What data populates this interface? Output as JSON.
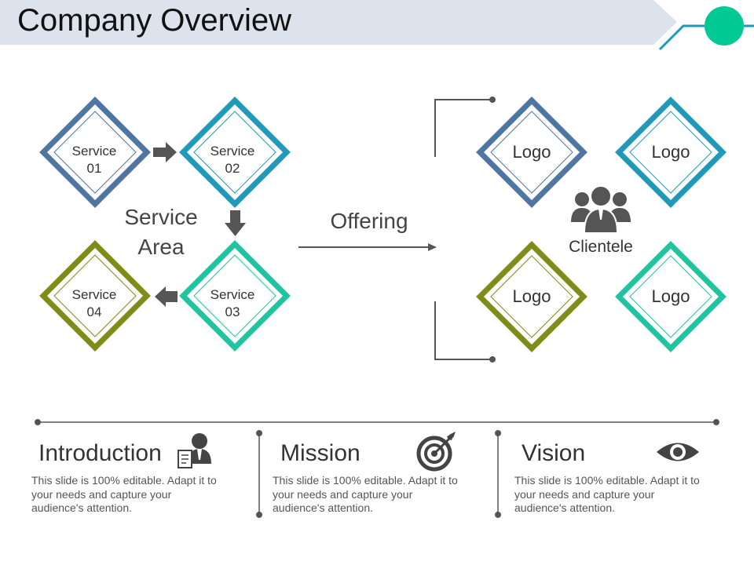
{
  "title": "Company Overview",
  "colors": {
    "header_band": "#dce3ec",
    "accent_line": "#1e9ab5",
    "accent_dot": "#00c994",
    "slate_blue": "#4f75a3",
    "teal_blue": "#2199b8",
    "olive": "#7e8c18",
    "green_teal": "#21c4a0",
    "arrow_gray": "#555555",
    "text_dark": "#333333"
  },
  "service_area": {
    "label_line1": "Service",
    "label_line2": "Area",
    "services": [
      {
        "line1": "Service",
        "line2": "01",
        "color": "#4f75a3"
      },
      {
        "line1": "Service",
        "line2": "02",
        "color": "#2199b8"
      },
      {
        "line1": "Service",
        "line2": "03",
        "color": "#21c4a0"
      },
      {
        "line1": "Service",
        "line2": "04",
        "color": "#7e8c18"
      }
    ]
  },
  "offering": {
    "label": "Offering"
  },
  "clientele": {
    "label": "Clientele",
    "icon": "people-group-icon",
    "logos": [
      {
        "label": "Logo",
        "color": "#4f75a3"
      },
      {
        "label": "Logo",
        "color": "#2199b8"
      },
      {
        "label": "Logo",
        "color": "#7e8c18"
      },
      {
        "label": "Logo",
        "color": "#21c4a0"
      }
    ]
  },
  "sections": [
    {
      "heading": "Introduction",
      "icon": "businessman-document-icon",
      "text": [
        "This slide is 100% editable. Adapt it to",
        "your needs and capture your",
        "audience's attention."
      ]
    },
    {
      "heading": "Mission",
      "icon": "target-icon",
      "text": [
        "This slide is 100% editable. Adapt it to",
        "your needs and capture your",
        "audience's attention."
      ]
    },
    {
      "heading": "Vision",
      "icon": "eye-icon",
      "text": [
        "This slide is 100% editable. Adapt it to",
        "your needs and capture your",
        "audience's attention."
      ]
    }
  ]
}
